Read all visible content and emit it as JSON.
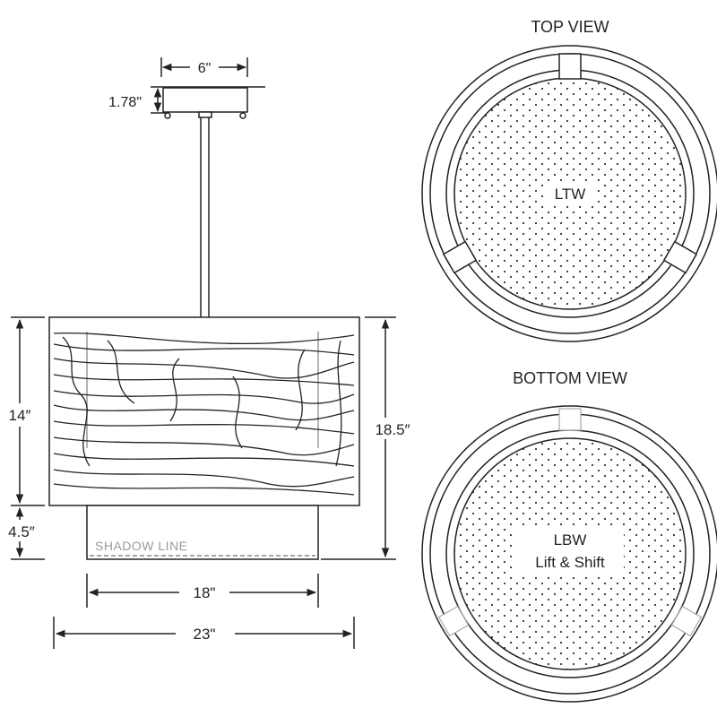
{
  "side_view": {
    "canopy_width": "6\"",
    "canopy_height": "1.78\"",
    "shade_height": "14″",
    "diffuser_drop": "4.5″",
    "overall_height": "18.5″",
    "diffuser_width": "18\"",
    "shade_width": "23\"",
    "shadow_line": "SHADOW LINE"
  },
  "top_view": {
    "title": "TOP VIEW",
    "label": "LTW"
  },
  "bottom_view": {
    "title": "BOTTOM VIEW",
    "label_line1": "LBW",
    "label_line2": "Lift & Shift"
  }
}
